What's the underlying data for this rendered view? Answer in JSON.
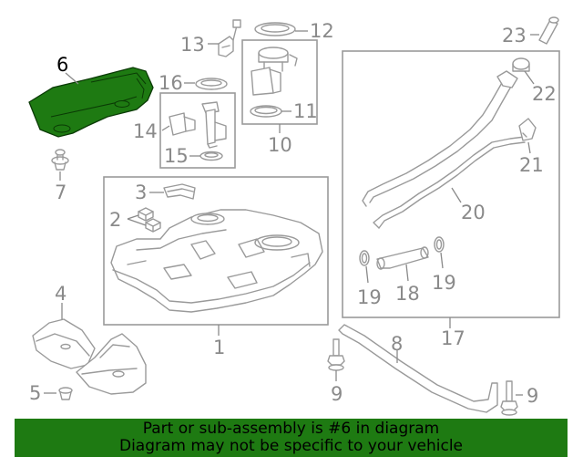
{
  "callouts": {
    "c1": "1",
    "c2": "2",
    "c3": "3",
    "c4": "4",
    "c5": "5",
    "c6": "6",
    "c7": "7",
    "c8": "8",
    "c9a": "9",
    "c9b": "9",
    "c10": "10",
    "c11": "11",
    "c12": "12",
    "c13": "13",
    "c14": "14",
    "c15": "15",
    "c16": "16",
    "c17": "17",
    "c18": "18",
    "c19a": "19",
    "c19b": "19",
    "c20": "20",
    "c21": "21",
    "c22": "22",
    "c23": "23"
  },
  "highlighted_part": "6",
  "colors": {
    "highlight_part": "#1e7a12",
    "banner_background": "#1e7a12",
    "line_art": "#9a9a9a",
    "callout_text": "#8a8a8a"
  },
  "banner": {
    "line1": "Part or sub-assembly is #6 in diagram",
    "line2": "Diagram may not be specific to your vehicle"
  }
}
